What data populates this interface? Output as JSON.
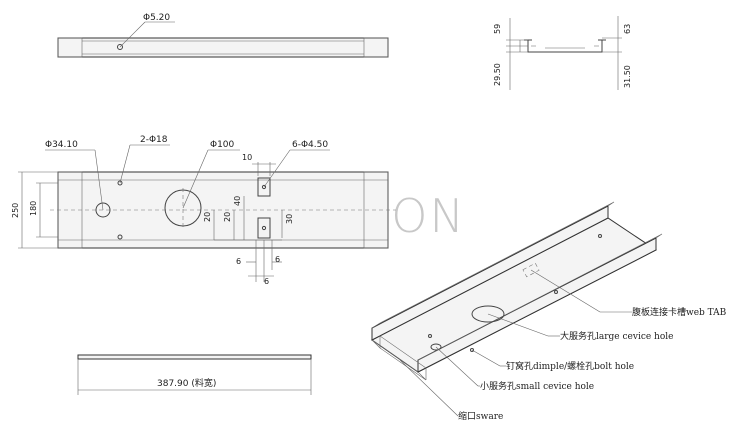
{
  "watermark": "TACON",
  "top_view": {
    "hole_dim": "Φ5.20"
  },
  "section_view": {
    "dims_left": [
      "59",
      "29.50"
    ],
    "dims_right": [
      "63",
      "31.50"
    ]
  },
  "front_view": {
    "dim_hole_34": "Φ34.10",
    "dim_2x18": "2-Φ18",
    "dim_100": "Φ100",
    "dim_6x450": "6-Φ4.50",
    "dim_10": "10",
    "dim_40": "40",
    "dim_20a": "20",
    "dim_20b": "20",
    "dim_30": "30",
    "dim_250": "250",
    "dim_180": "180",
    "dim_6a": "6",
    "dim_6b": "6",
    "dim_6c": "6"
  },
  "flat_view": {
    "width_label": "387.90 (料宽)"
  },
  "callouts": [
    "腹板连接卡槽web TAB",
    "大服务孔large cevice hole",
    "钉窝孔dimple/螺栓孔bolt hole",
    "小服务孔small cevice hole",
    "缩口sware"
  ]
}
